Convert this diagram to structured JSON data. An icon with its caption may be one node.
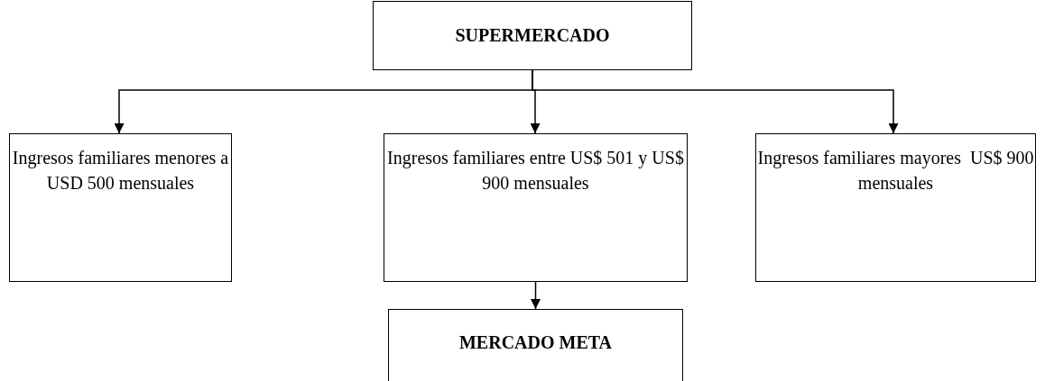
{
  "diagram": {
    "nodes": [
      {
        "text": [
          "SUPERMERCADO"
        ]
      },
      {
        "text": [
          "Ingresos familiares menores a USD 500 mensuales"
        ]
      },
      {
        "text": [
          "Ingresos familiares entre US$ 501 y US$ 900 mensuales"
        ]
      },
      {
        "text": [
          "Ingresos familiares mayores  US$ 900 mensuales"
        ]
      },
      {
        "text": [
          "MERCADO META"
        ]
      }
    ],
    "edges": [
      {
        "from": 0,
        "to": 1,
        "arrow": "to"
      },
      {
        "from": 0,
        "to": 2,
        "arrow": "to"
      },
      {
        "from": 0,
        "to": 3,
        "arrow": "to"
      },
      {
        "from": 2,
        "to": 4,
        "arrow": "to"
      }
    ]
  }
}
